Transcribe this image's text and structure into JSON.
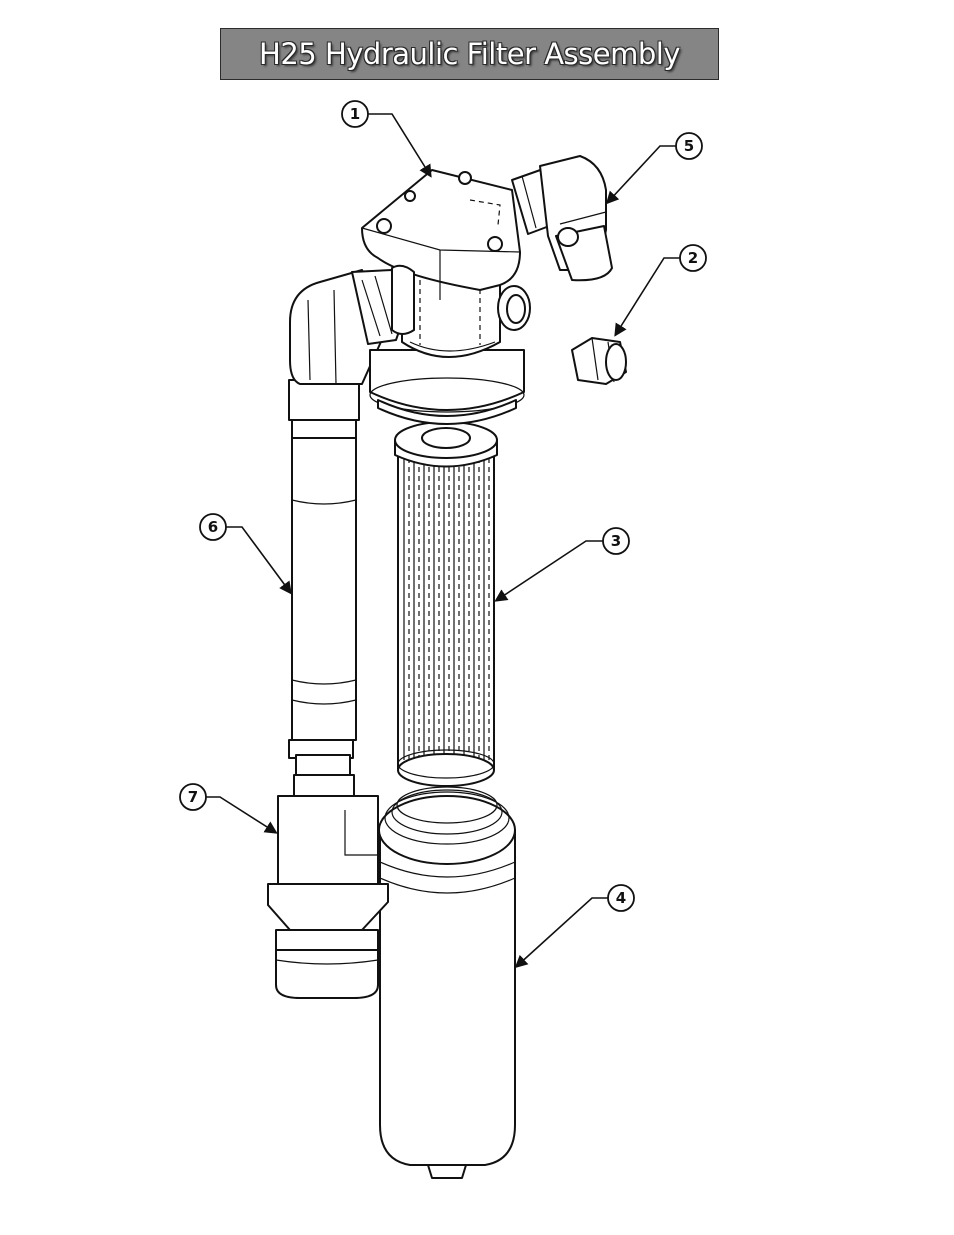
{
  "title": "H25 Hydraulic Filter Assembly",
  "callouts": [
    {
      "id": "callout-1",
      "label": "1"
    },
    {
      "id": "callout-2",
      "label": "2"
    },
    {
      "id": "callout-3",
      "label": "3"
    },
    {
      "id": "callout-4",
      "label": "4"
    },
    {
      "id": "callout-5",
      "label": "5"
    },
    {
      "id": "callout-6",
      "label": "6"
    },
    {
      "id": "callout-7",
      "label": "7"
    }
  ]
}
